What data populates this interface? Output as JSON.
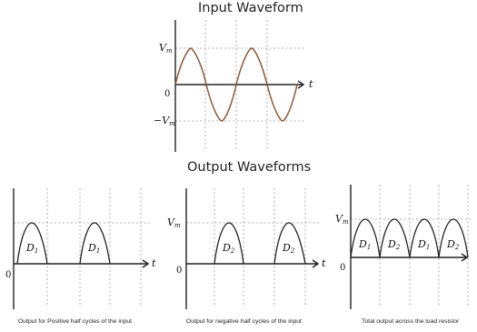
{
  "titles": {
    "input": "Input Waveform",
    "output": "Output Waveforms"
  },
  "labels": {
    "vm": "V",
    "vm_sub": "m",
    "neg_vm": "−V",
    "zero": "0",
    "t": "t",
    "d": "D",
    "d1_sub": "1",
    "d2_sub": "2"
  },
  "captions": {
    "positive": "Output for Positive half cycles of the input",
    "negative": "Output for negative half cycles of the input",
    "total": "Total output across the load resistor"
  }
}
